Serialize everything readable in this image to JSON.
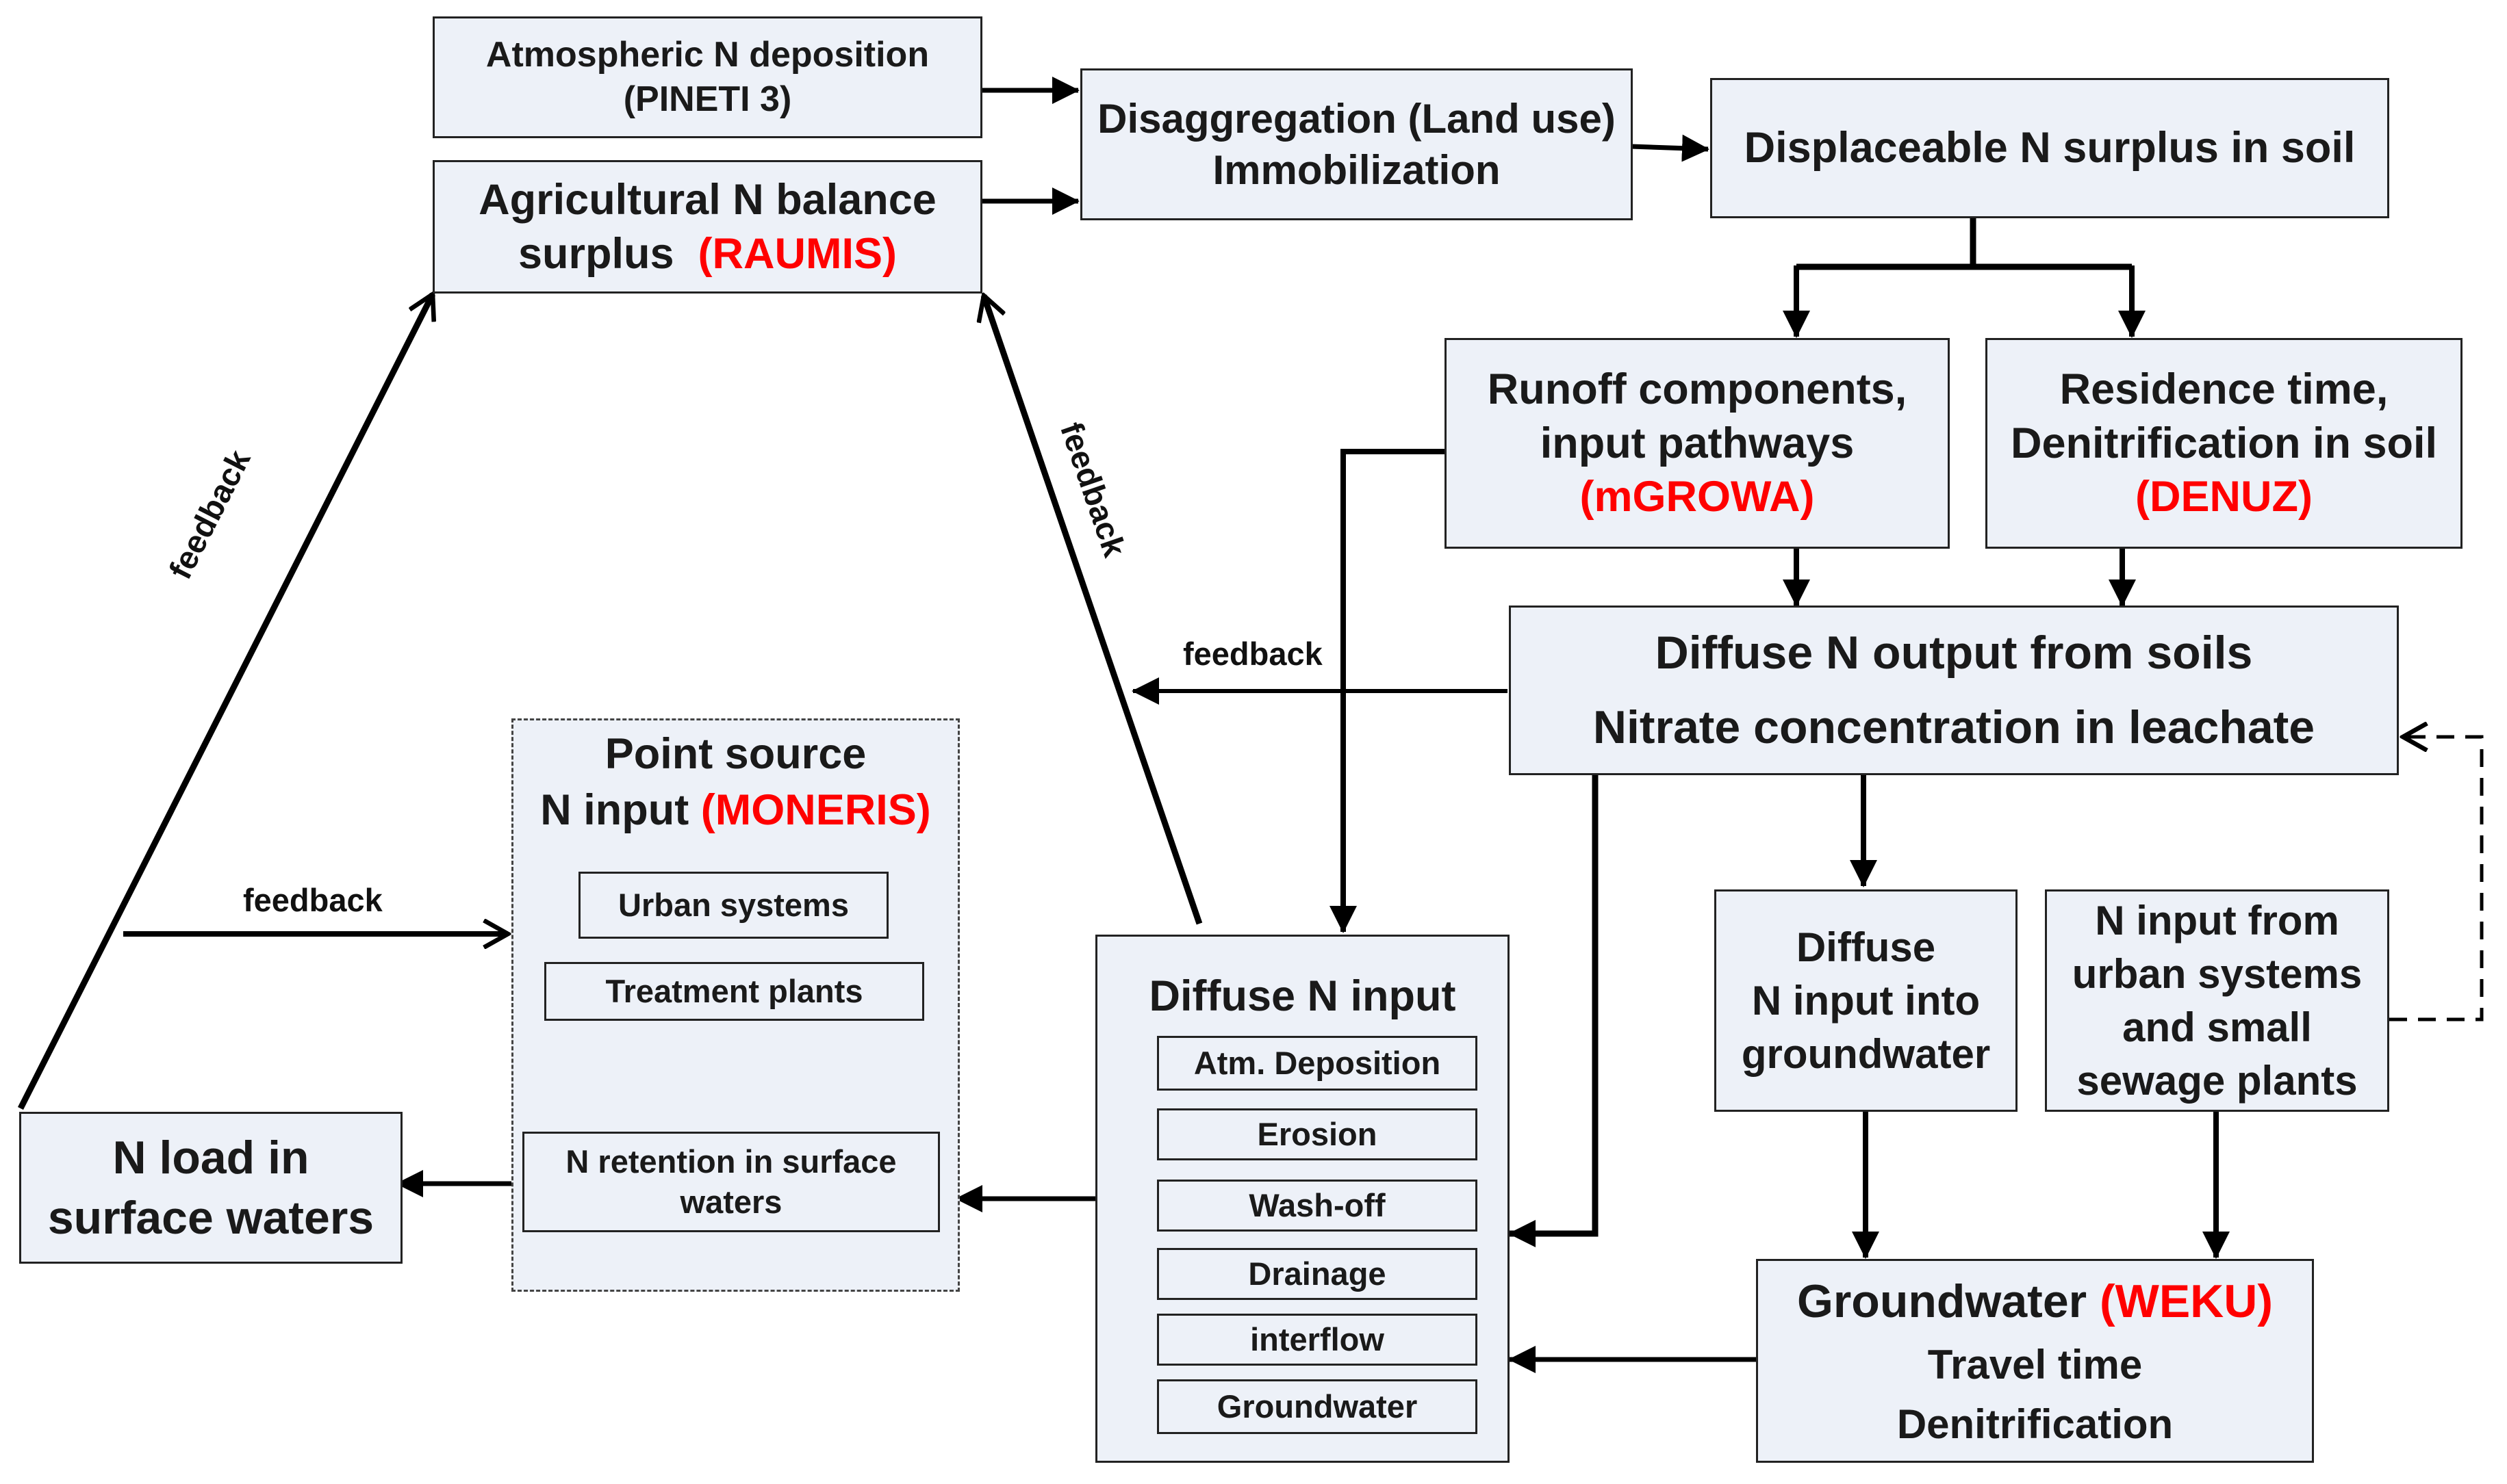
{
  "boxes": {
    "atm_deposition": {
      "line1": "Atmospheric N deposition",
      "line2": "(PINETI 3)"
    },
    "agri_balance": {
      "line1": "Agricultural N balance",
      "line2": "surplus",
      "model": "(RAUMIS)"
    },
    "disaggregation": {
      "line1": "Disaggregation (Land use)",
      "line2": "Immobilization"
    },
    "displaceable": {
      "line1": "Displaceable N surplus in soil"
    },
    "runoff": {
      "line1": "Runoff components,",
      "line2": "input pathways",
      "model": "(mGROWA)"
    },
    "residence": {
      "line1": "Residence time,",
      "line2": "Denitrification in soil",
      "model": "(DENUZ)"
    },
    "diffuse_output": {
      "line1": "Diffuse N output from soils",
      "line2": "Nitrate concentration in leachate"
    },
    "point_source": {
      "line1": "Point source",
      "line2": "N input",
      "model": "(MONERIS)",
      "items": [
        "Urban systems",
        "Treatment plants",
        "N retention in surface waters"
      ]
    },
    "diffuse_input": {
      "title": "Diffuse N input",
      "items": [
        "Atm. Deposition",
        "Erosion",
        "Wash-off",
        "Drainage",
        "interflow",
        "Groundwater"
      ]
    },
    "diffuse_gw": {
      "line1": "Diffuse",
      "line2": "N input into",
      "line3": "groundwater"
    },
    "urban_input": {
      "line1": "N input from",
      "line2": "urban systems",
      "line3": "and small",
      "line4": "sewage plants"
    },
    "groundwater": {
      "line1": "Groundwater",
      "model": "(WEKU)",
      "line2": "Travel time",
      "line3": "Denitrification"
    },
    "n_load": {
      "line1": "N load in",
      "line2": "surface waters"
    }
  },
  "labels": {
    "feedback_left": "feedback",
    "feedback_middle": "feedback",
    "feedback_center": "feedback",
    "feedback_point": "feedback"
  },
  "colors": {
    "box_fill": "#edf1f8",
    "model_text": "#ff0000",
    "line": "#000000"
  }
}
